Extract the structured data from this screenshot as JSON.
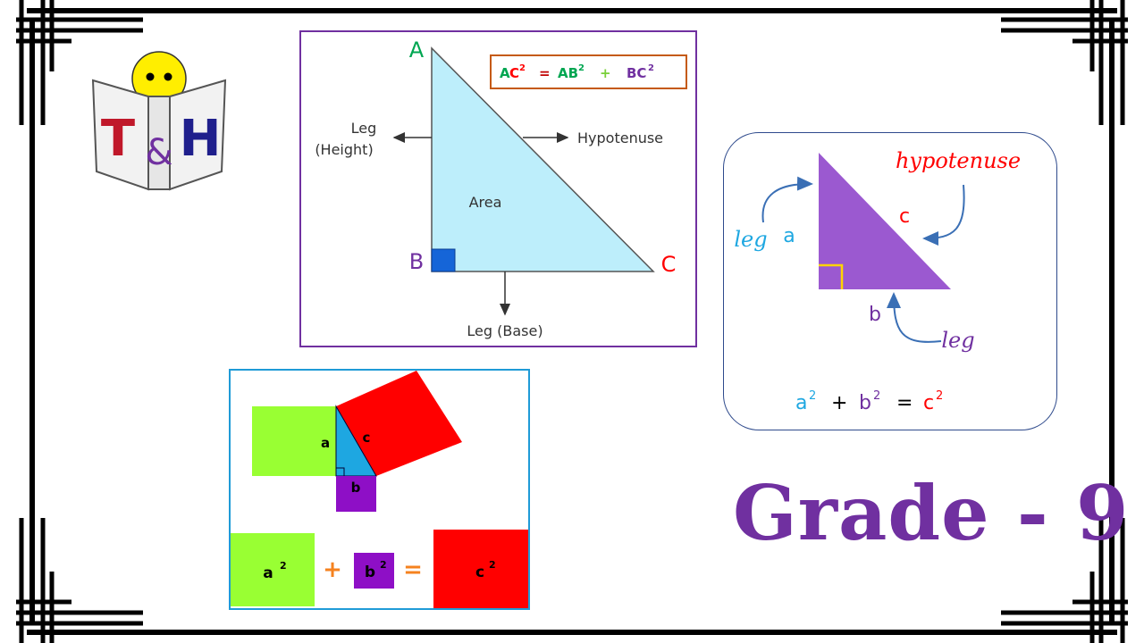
{
  "logo": {
    "letter_left": "T",
    "ampersand": "&",
    "letter_right": "H"
  },
  "main_triangle": {
    "vertex_a": "A",
    "vertex_b": "B",
    "vertex_c": "C",
    "formula": {
      "ac": "AC",
      "eq": "=",
      "ab": "AB",
      "plus": "+",
      "bc": "BC",
      "exp": "2"
    },
    "leg_height_line1": "Leg",
    "leg_height_line2": "(Height)",
    "hypotenuse_label": "Hypotenuse",
    "area_label": "Area",
    "leg_base_label": "Leg (Base)"
  },
  "squares_figure": {
    "side_a": "a",
    "side_b": "b",
    "side_c": "c",
    "sq_a": "a",
    "sq_b": "b",
    "sq_c": "c",
    "exp": "2",
    "plus": "+",
    "equals": "="
  },
  "right_card": {
    "hypotenuse_word": "hypotenuse",
    "leg_word_left": "leg",
    "leg_word_bottom": "leg",
    "side_a": "a",
    "side_b": "b",
    "side_c": "c",
    "eq_a": "a",
    "eq_b": "b",
    "eq_c": "c",
    "eq_exp": "2",
    "eq_plus": "+",
    "eq_equals": "="
  },
  "grade_title": "Grade - 9",
  "colors": {
    "purple": "#7030a0",
    "green": "#00a651",
    "red": "#ff0000",
    "cyan": "#1ea7e1",
    "light_blue": "#bdeefb",
    "lime": "#99ff33",
    "orange": "#f5821f",
    "violet": "#9b59d0"
  }
}
